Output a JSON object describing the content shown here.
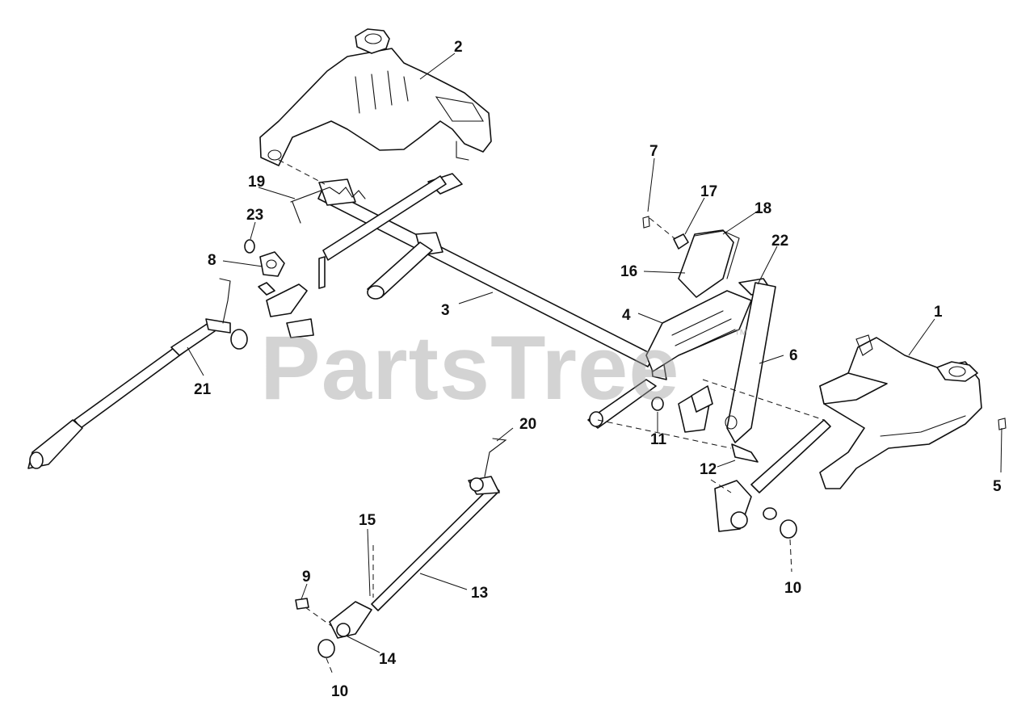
{
  "watermark": {
    "text": "PartsTree",
    "trademark": "™"
  },
  "callouts": {
    "c1": "1",
    "c2": "2",
    "c3": "3",
    "c4": "4",
    "c5": "5",
    "c6": "6",
    "c7": "7",
    "c8": "8",
    "c9": "9",
    "c10a": "10",
    "c10b": "10",
    "c11": "11",
    "c12": "12",
    "c13": "13",
    "c14": "14",
    "c15": "15",
    "c16": "16",
    "c17": "17",
    "c18": "18",
    "c19": "19",
    "c20": "20",
    "c21": "21",
    "c22": "22",
    "c23": "23"
  }
}
